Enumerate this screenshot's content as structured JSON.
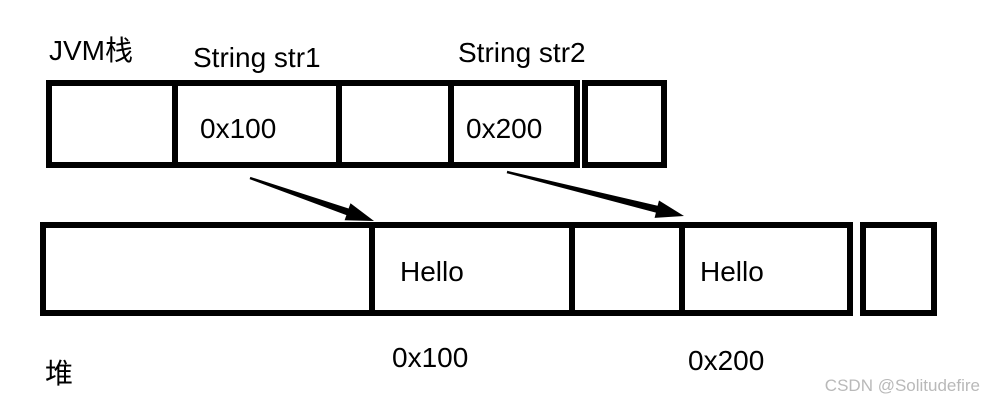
{
  "labels": {
    "stack": "JVM栈",
    "str1": "String str1",
    "str2": "String str2",
    "heap": "堆",
    "addr1_below": "0x100",
    "addr2_below": "0x200"
  },
  "stack_row": {
    "cells": [
      "",
      "0x100",
      "",
      "0x200"
    ],
    "detached_cell": ""
  },
  "heap_row": {
    "cells": [
      "",
      "Hello",
      "",
      "Hello"
    ],
    "detached_cell": ""
  },
  "arrows": [
    {
      "from": "stack cell 0x100",
      "to": "heap cell Hello (0x100)"
    },
    {
      "from": "stack cell 0x200",
      "to": "heap cell Hello (0x200)"
    }
  ],
  "watermark": {
    "text": "CSDN @Solitudefire"
  },
  "colors": {
    "line": "#000000",
    "text": "#000000",
    "background": "#ffffff",
    "watermark": "#b9b9b9"
  }
}
